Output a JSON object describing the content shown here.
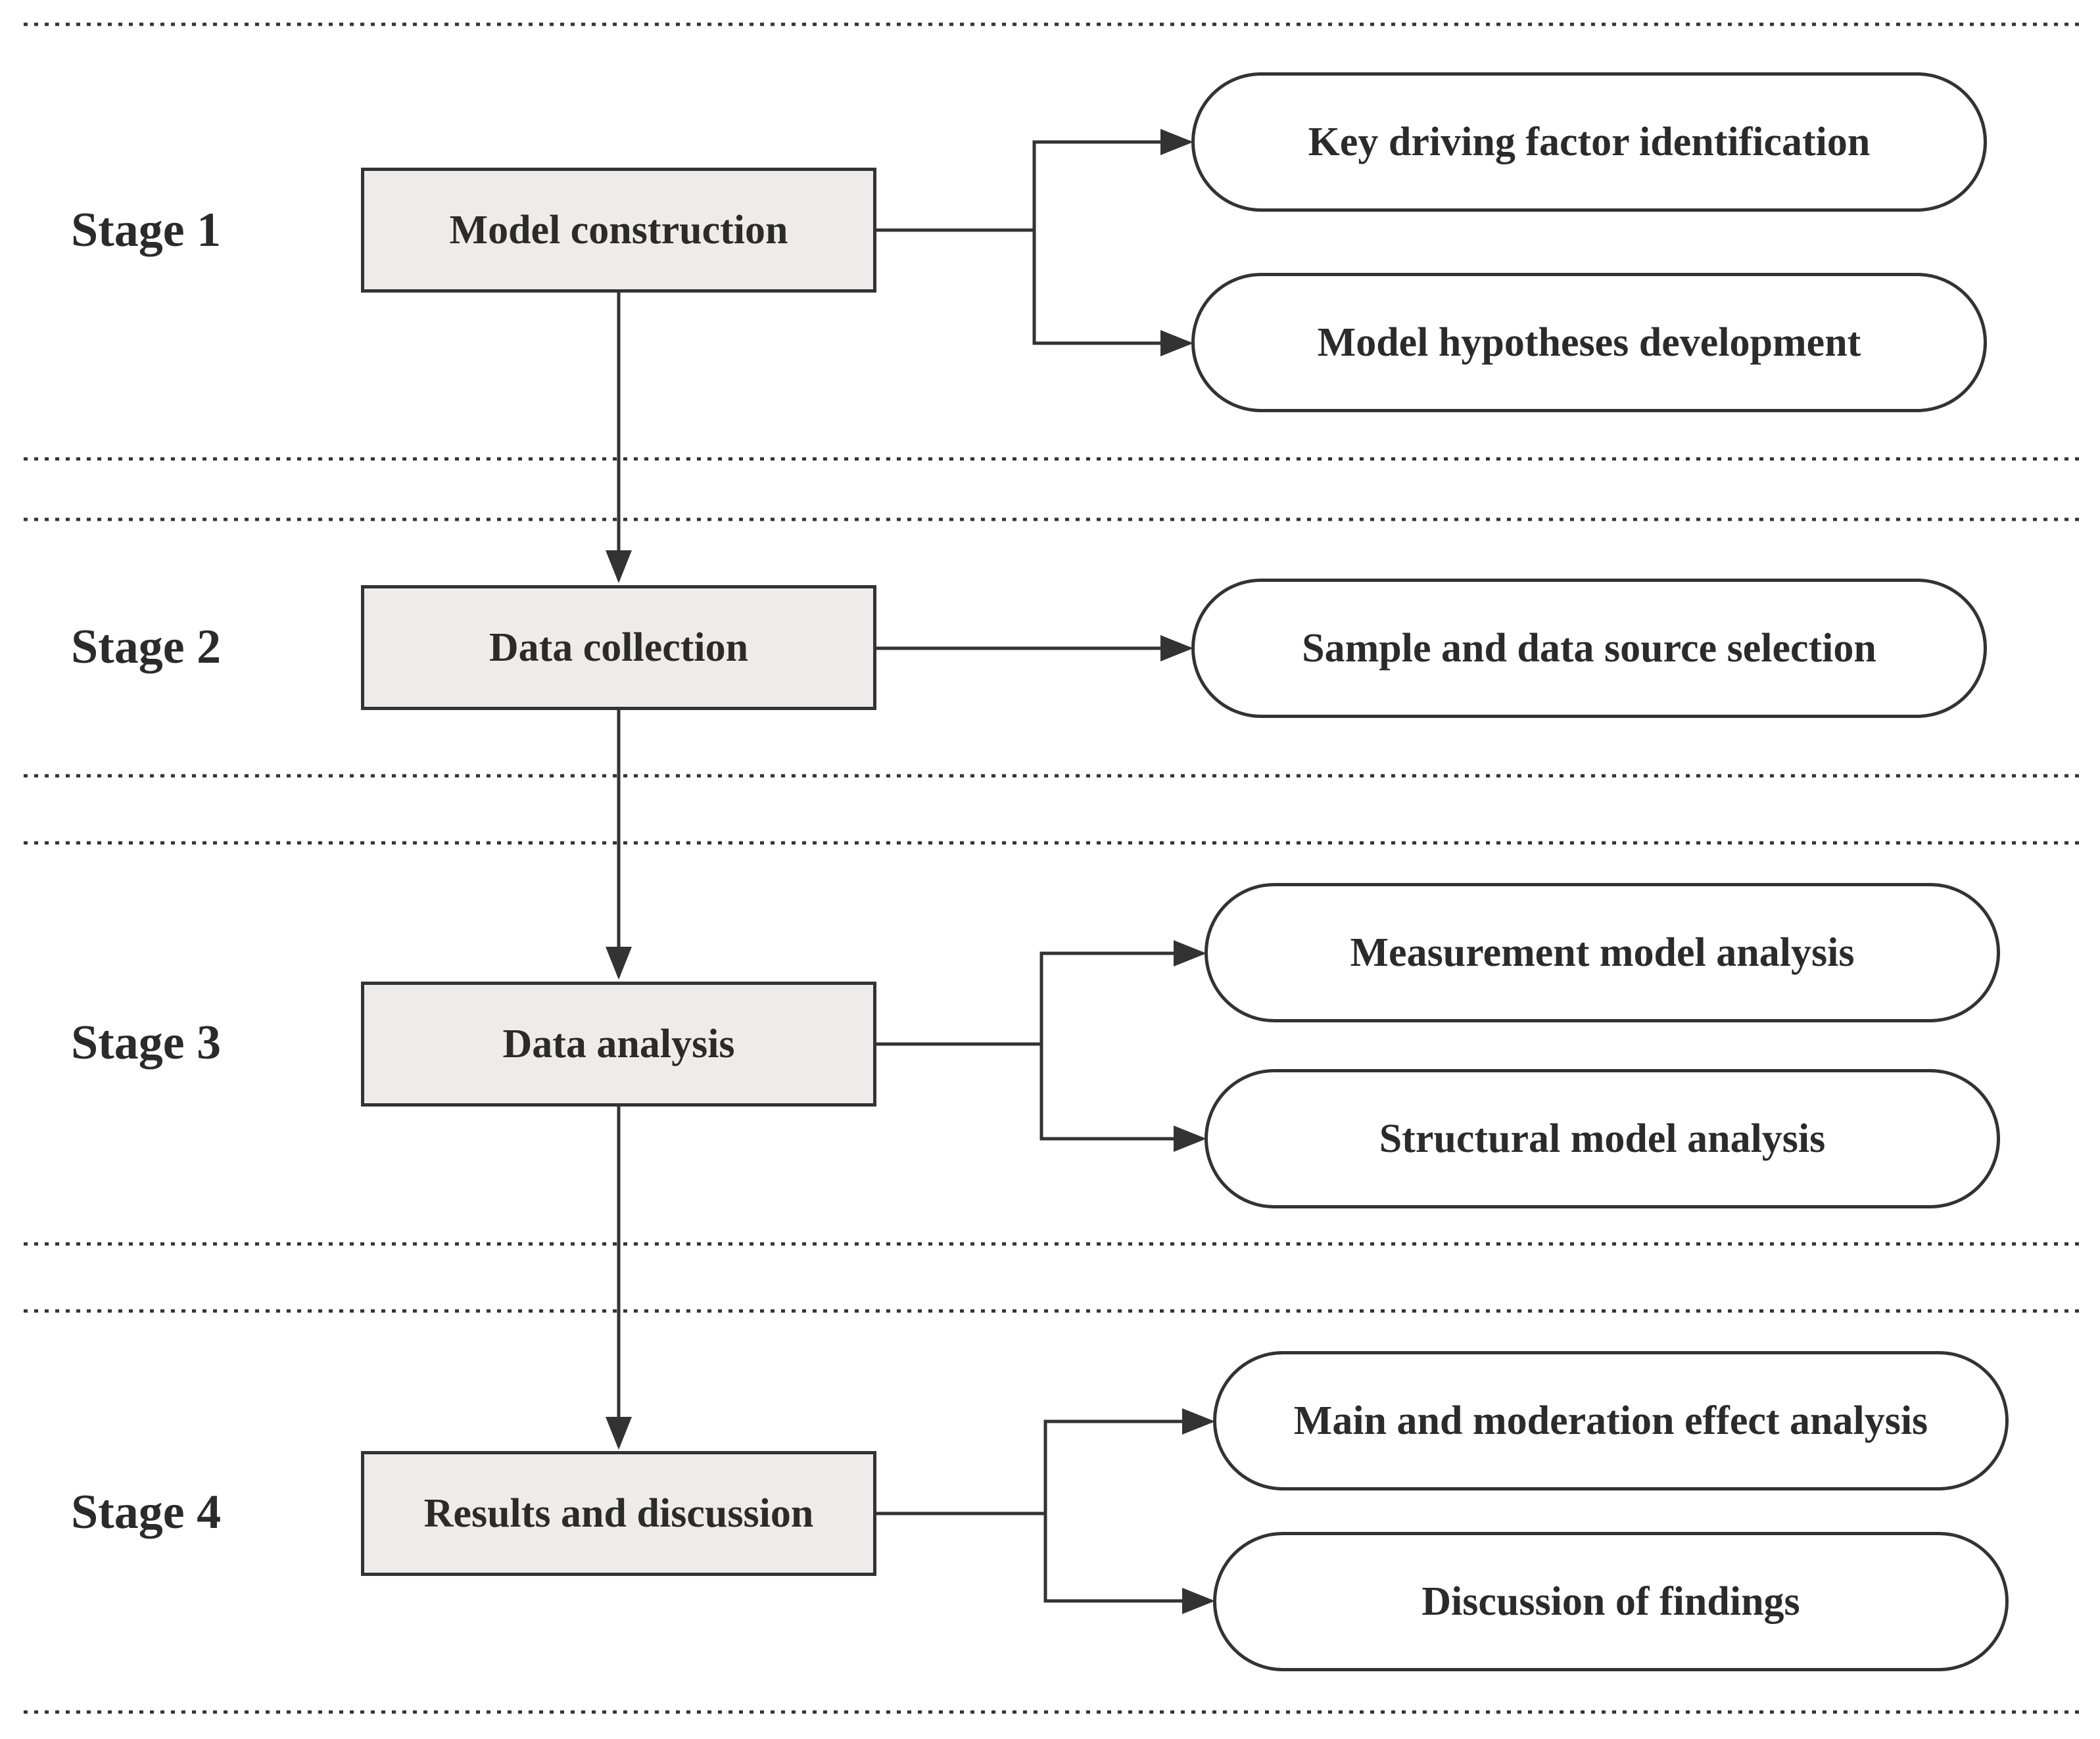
{
  "colors": {
    "line": "#333333",
    "process_fill": "#f0ebeb",
    "outcome_fill": "#ffffff",
    "text": "#2b2b2b",
    "divider": "#333333"
  },
  "stages": [
    {
      "label": "Stage 1",
      "process": "Model construction",
      "outcomes": [
        "Key driving factor identification",
        "Model hypotheses development"
      ]
    },
    {
      "label": "Stage 2",
      "process": "Data collection",
      "outcomes": [
        "Sample and data source selection"
      ]
    },
    {
      "label": "Stage 3",
      "process": "Data analysis",
      "outcomes": [
        "Measurement model analysis",
        "Structural model analysis"
      ]
    },
    {
      "label": "Stage 4",
      "process": "Results and discussion",
      "outcomes": [
        "Main and moderation effect analysis",
        "Discussion of findings"
      ]
    }
  ]
}
